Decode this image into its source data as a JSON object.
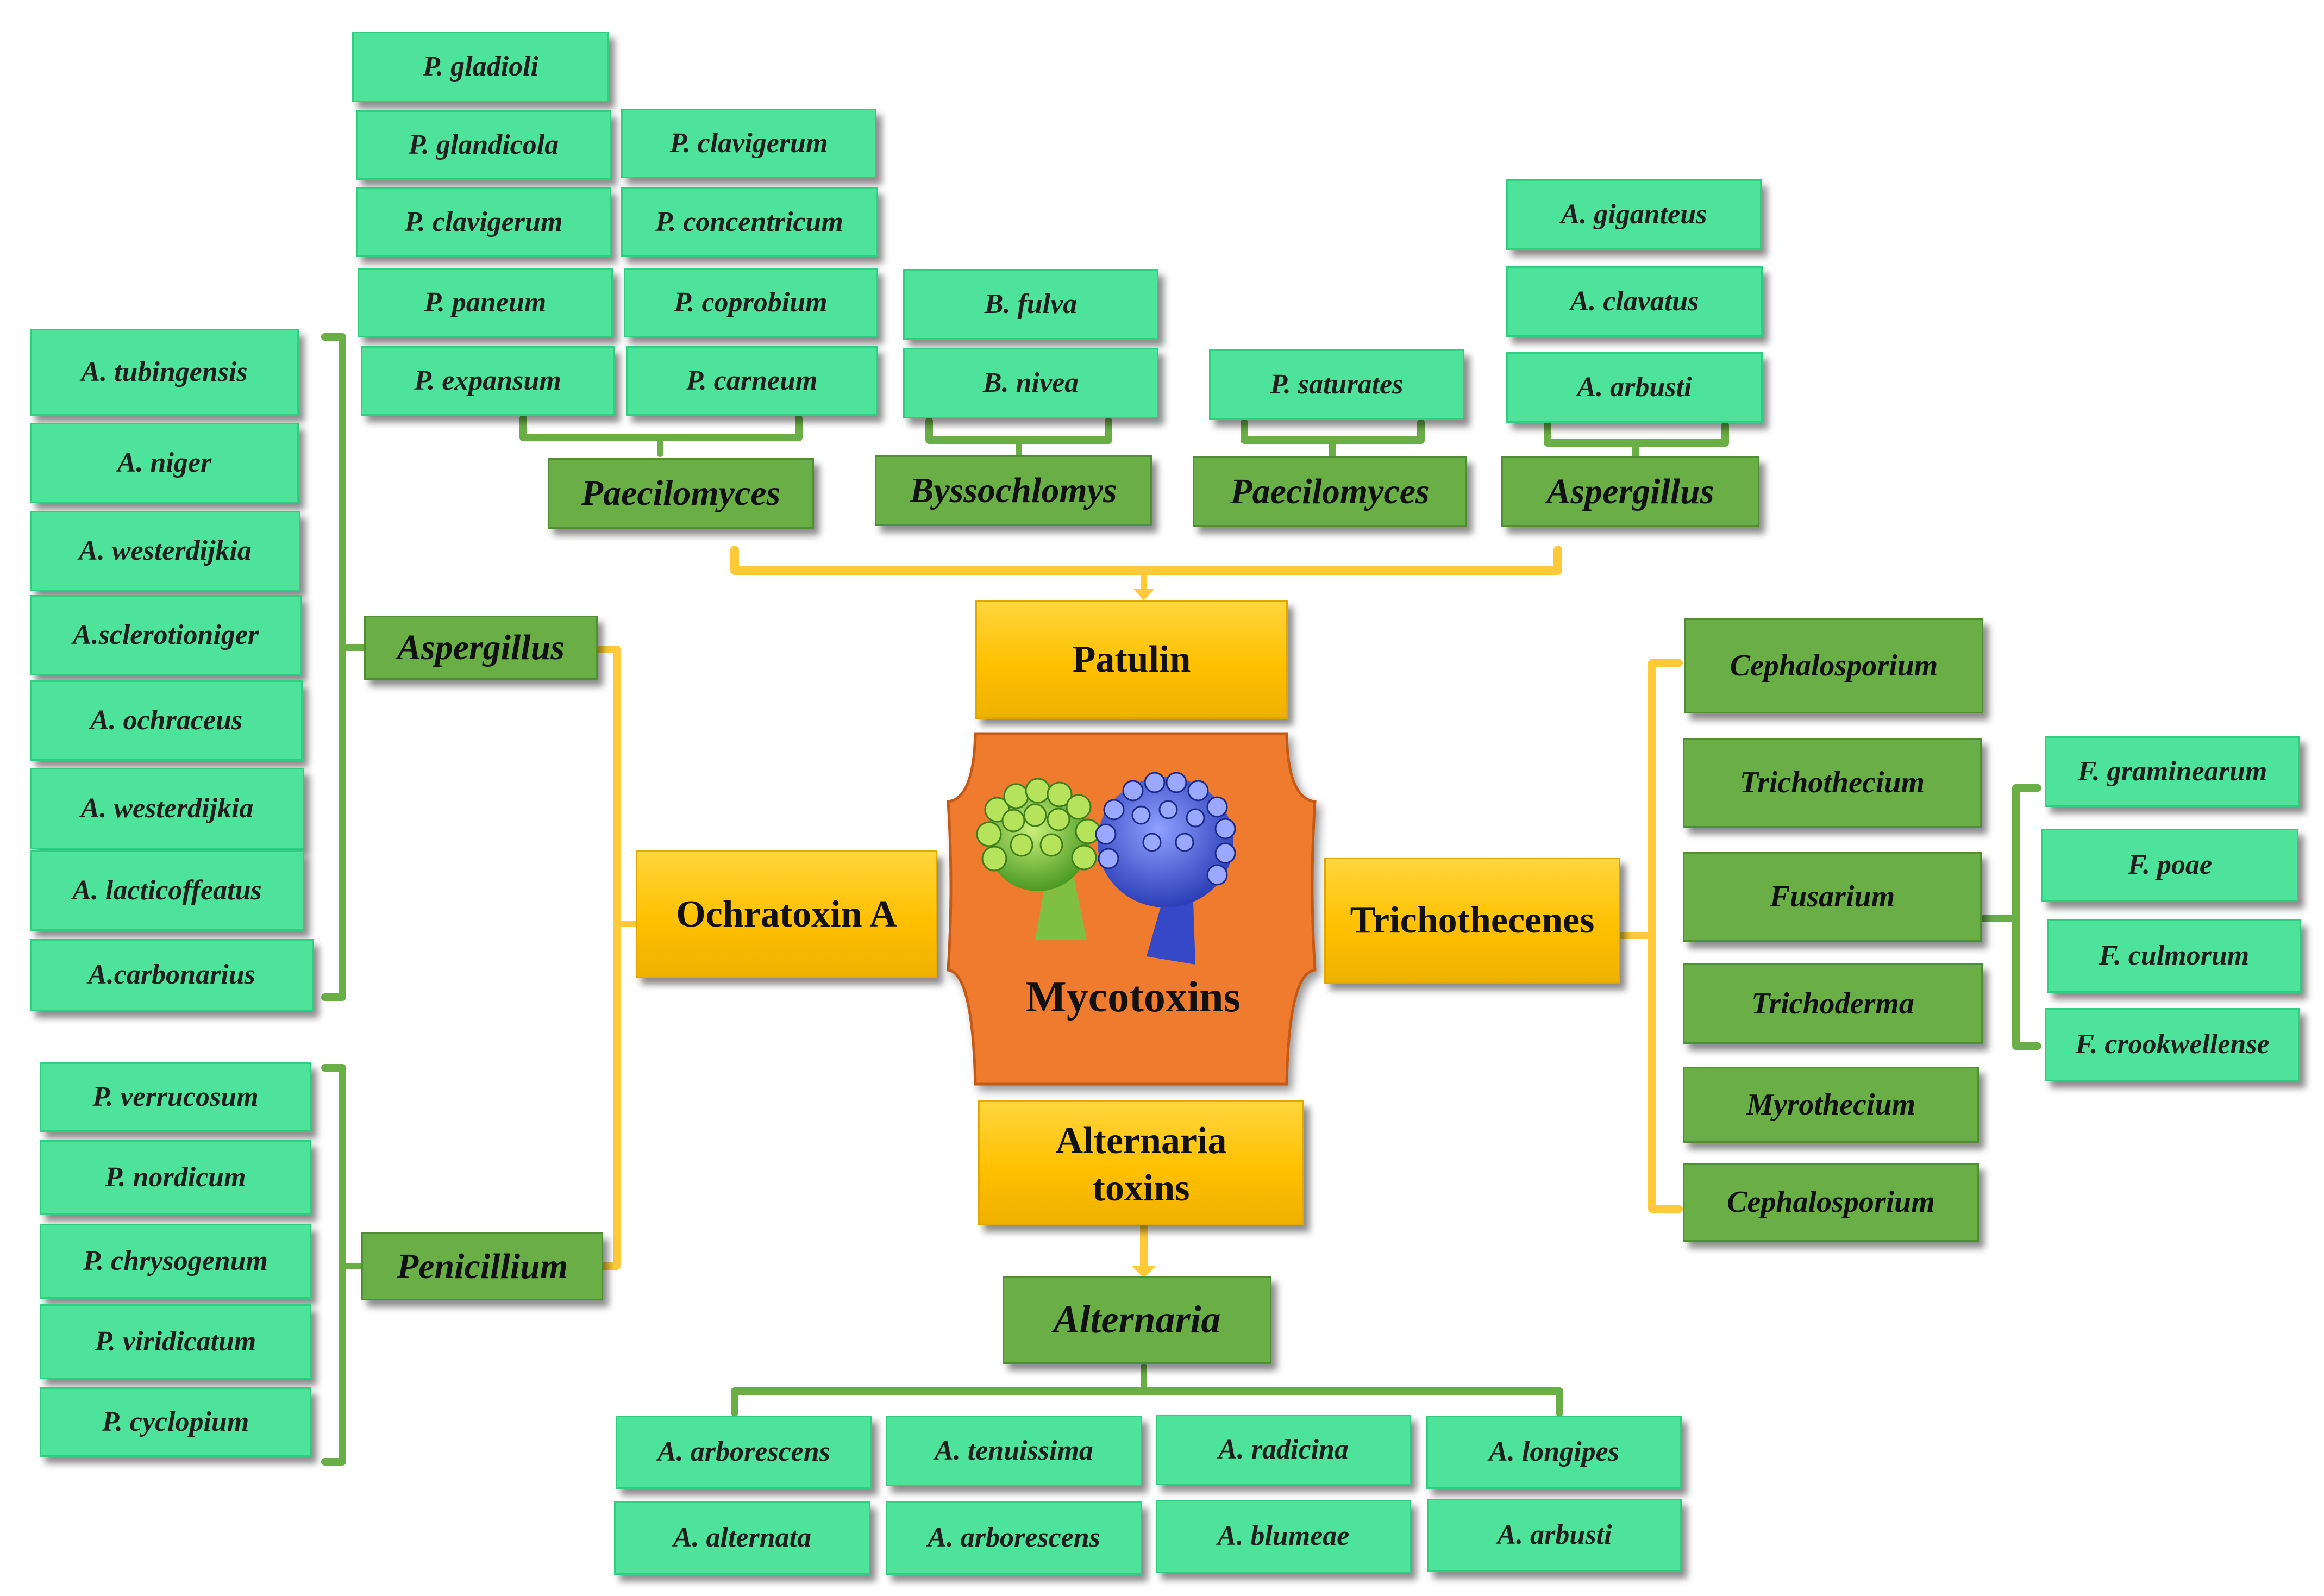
{
  "center": {
    "label": "Mycotoxins",
    "image": "penicillium-and-aspergillus-conidiophores",
    "color": "#ef7b2e"
  },
  "colors": {
    "species": "#4ee39a",
    "genus": "#6aae46",
    "toxin": "#ffc000",
    "bracket_green": "#6aae46",
    "bracket_yellow": "#ffc93a"
  },
  "toxins": {
    "patulin": "Patulin",
    "ochratoxin": "Ochratoxin A",
    "trichothecenes": "Trichothecenes",
    "alternaria": "Alternaria\n      toxins"
  },
  "patulin_branch": {
    "genera": [
      "Paecilomyces",
      "Byssochlomys",
      "Paecilomyces",
      "Aspergillus"
    ],
    "paecilomyces_species": [
      "P. gladioli",
      "P. glandicola",
      "P. clavigerum",
      "P. paneum",
      "P. expansum",
      "P. clavigerum",
      "P. concentricum",
      "P. coprobium",
      "P. carneum"
    ],
    "byssochlomys_species": [
      "B. fulva",
      "B. nivea"
    ],
    "paecilomyces2_species": [
      "P. saturates"
    ],
    "aspergillus_species": [
      "A. giganteus",
      "A. clavatus",
      "A. arbusti"
    ]
  },
  "ochratoxin_branch": {
    "genera": [
      "Aspergillus",
      "Penicillium"
    ],
    "aspergillus_species": [
      "A. tubingensis",
      "A. niger",
      "A. westerdijkia",
      "A.sclerotioniger",
      "A. ochraceus",
      "A. westerdijkia",
      "A. lacticoffeatus",
      "A.carbonarius"
    ],
    "penicillium_species": [
      "P. verrucosum",
      "P. nordicum",
      "P. chrysogenum",
      "P. viridicatum",
      "P. cyclopium"
    ]
  },
  "trichothecenes_branch": {
    "genera": [
      "Cephalosporium",
      "Trichothecium",
      "Fusarium",
      "Trichoderma",
      "Myrothecium",
      "Cephalosporium"
    ],
    "fusarium_species": [
      "F. graminearum",
      "F. poae",
      "F. culmorum",
      "F. crookwellense"
    ]
  },
  "alternaria_branch": {
    "genus": "Alternaria",
    "species": [
      "A. arborescens",
      "A. tenuissima",
      "A. radicina",
      "A. longipes",
      "A. alternata",
      "A. arborescens",
      "A. blumeae",
      "A. arbusti"
    ]
  }
}
